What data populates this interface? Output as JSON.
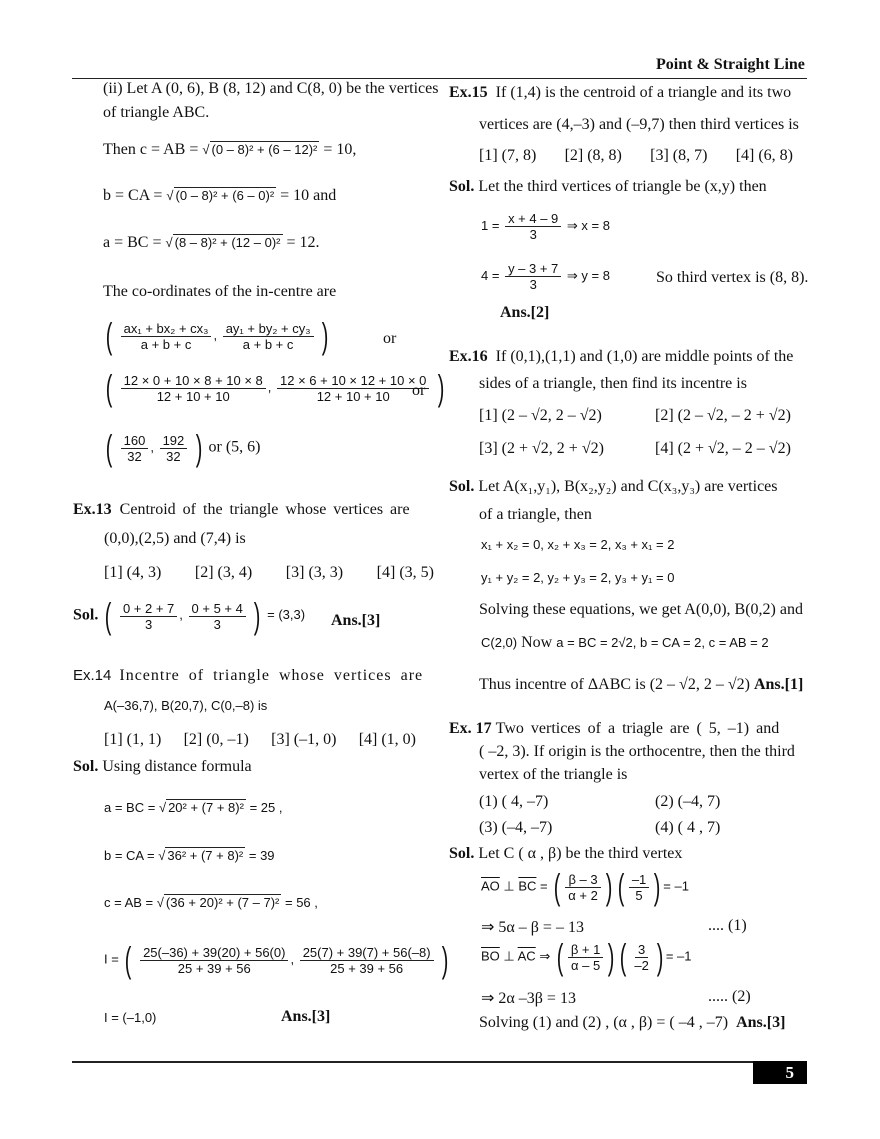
{
  "header": {
    "chapter_title": "Point & Straight Line"
  },
  "footer": {
    "page_number": "5"
  },
  "left_column": {
    "part_ii": {
      "line1": "(ii) Let A (0, 6), B (8, 12) and C(8, 0) be the vertices",
      "line2": "of triangle ABC.",
      "c_label": "Then c = AB =",
      "c_expr": "(0 – 8)² + (6 – 12)²",
      "c_result": "= 10,",
      "b_label": "b = CA =",
      "b_expr": "(0 – 8)² + (6 – 0)²",
      "b_result": "= 10  and",
      "a_label": "a = BC =",
      "a_expr": "(8 – 8)² + (12 – 0)²",
      "a_result": "= 12.",
      "incentre_intro": "The co-ordinates of the in-centre are",
      "formula_num_x": "ax₁ + bx₂ + cx₃",
      "formula_num_y": "ay₁ + by₂ + cy₃",
      "formula_den": "a + b + c",
      "or1": "or",
      "sub_num_x": "12 × 0 + 10 × 8 + 10 × 8",
      "sub_num_y": "12 × 6 + 10 × 12 + 10 × 0",
      "sub_den": "12 + 10 + 10",
      "or2": "or",
      "res_num_x": "160",
      "res_num_y": "192",
      "res_den": "32",
      "final": "or (5, 6)"
    },
    "ex13": {
      "label": "Ex.13",
      "question": "Centroid of the triangle whose vertices are",
      "vertices": "(0,0),(2,5) and (7,4) is",
      "options": [
        "[1] (4, 3)",
        "[2] (3, 4)",
        "[3] (3, 3)",
        "[4] (3, 5)"
      ],
      "sol_label": "Sol.",
      "sol_num_x": "0 + 2 + 7",
      "sol_num_y": "0 + 5 + 4",
      "sol_den": "3",
      "sol_result": "= (3,3)",
      "answer": "Ans.[3]"
    },
    "ex14": {
      "label": "Ex.14",
      "question": "Incentre of triangle whose vertices are",
      "vertices": "A(–36,7), B(20,7), C(0,–8) is",
      "options": [
        "[1] (1, 1)",
        "[2] (0, –1)",
        "[3] (–1, 0)",
        "[4] (1, 0)"
      ],
      "sol_label": "Sol.",
      "sol_text": "Using distance formula",
      "a_line_label": "a = BC =",
      "a_line_expr": "20² + (7 + 8)²",
      "a_line_result": "= 25 ,",
      "b_line_label": "b = CA =",
      "b_line_expr": "36² + (7 + 8)²",
      "b_line_result": "= 39",
      "c_line_label": "c = AB =",
      "c_line_expr": "(36 + 20)² + (7 – 7)²",
      "c_line_result": "= 56 ,",
      "I_label": "I =",
      "I_num_x": "25(–36) + 39(20) + 56(0)",
      "I_num_y": "25(7) + 39(7) + 56(–8)",
      "I_den": "25 + 39 + 56",
      "I_result": "I = (–1,0)",
      "answer": "Ans.[3]"
    }
  },
  "right_column": {
    "ex15": {
      "label": "Ex.15",
      "question_line1": "If (1,4) is the centroid of a triangle and its two",
      "question_line2": "vertices are (4,–3) and (–9,7) then third vertices is",
      "options": [
        "[1] (7, 8)",
        "[2] (8, 8)",
        "[3] (8, 7)",
        "[4] (6, 8)"
      ],
      "sol_label": "Sol.",
      "sol_text": "Let the third vertices of triangle be (x,y) then",
      "eq1_lhs": "1 =",
      "eq1_num": "x + 4 – 9",
      "eq1_den": "3",
      "eq1_rhs": "⇒ x = 8",
      "eq2_lhs": "4 =",
      "eq2_num": "y – 3 + 7",
      "eq2_den": "3",
      "eq2_rhs": "⇒ y = 8",
      "conclusion": "So third vertex is (8, 8).",
      "answer": "Ans.[2]"
    },
    "ex16": {
      "label": "Ex.16",
      "question_line1": "If (0,1),(1,1) and (1,0) are middle points of the",
      "question_line2": "sides of a triangle, then find its incentre is",
      "options": [
        "[1] (2 – √2,  2 – √2)",
        "[2] (2 – √2,  – 2 + √2)",
        "[3] (2 + √2,  2 + √2)",
        "[4] (2 + √2,  – 2 – √2)"
      ],
      "sol_label": "Sol.",
      "sol_line1": "Let A(x₁,y₁), B(x₂,y₂) and C(x₃,y₃) are vertices",
      "sol_line2": "of a triangle, then",
      "eq_x": "x₁ + x₂ = 0, x₂ + x₃ = 2, x₃ + x₁ = 2",
      "eq_y": "y₁ + y₂ = 2, y₂ + y₃ = 2, y₃ + y₁ = 0",
      "solve_line1": "Solving these equations, we get A(0,0), B(0,2) and",
      "solve_line2_a": "C(2,0)",
      "solve_line2_b": "Now",
      "solve_line2_c": "a = BC = 2√2, b = CA = 2, c = AB = 2",
      "thus": "Thus incentre of ΔABC is (2 – √2, 2 – √2)",
      "answer": "Ans.[1]"
    },
    "ex17": {
      "label": "Ex. 17",
      "question_line1": "Two vertices of a triagle are ( 5, –1) and",
      "question_line2": "( –2, 3). If origin is the orthocentre, then the third",
      "question_line3": "vertex of the triangle is",
      "options": [
        "(1) ( 4, –7)",
        "(2) (–4, 7)",
        "(3) (–4, –7)",
        "(4) ( 4 , 7)"
      ],
      "sol_label": "Sol.",
      "sol_text": "Let C ( α , β) be the third vertex",
      "perp1_lhs_a": "AO",
      "perp1_lhs_b": "BC",
      "perp1_num1": "β – 3",
      "perp1_den1": "α + 2",
      "perp1_num2": "–1",
      "perp1_den2": "5",
      "perp1_rhs": "= –1",
      "eq1": "⇒  5α – β = – 13",
      "eq1_tag": ".... (1)",
      "perp2_lhs_a": "BO",
      "perp2_lhs_b": "AC",
      "perp2_num1": "β + 1",
      "perp2_den1": "α – 5",
      "perp2_num2": "3",
      "perp2_den2": "–2",
      "perp2_rhs": "= –1",
      "eq2": "⇒  2α –3β = 13",
      "eq2_tag": "..... (2)",
      "final": "Solving (1) and (2) , (α , β) = ( –4 , –7)",
      "answer": "Ans.[3]"
    }
  }
}
